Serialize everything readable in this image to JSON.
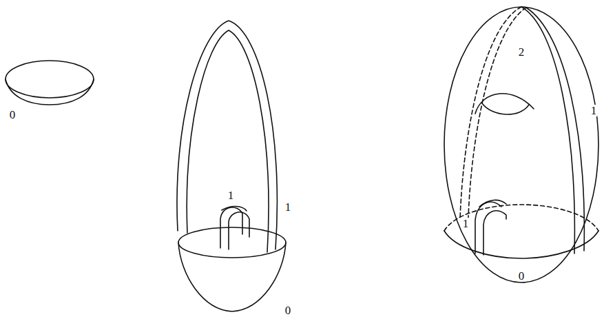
{
  "diagram": {
    "labels": [
      "0",
      "1",
      "1",
      "0",
      "2",
      "1",
      "1",
      "0"
    ]
  }
}
